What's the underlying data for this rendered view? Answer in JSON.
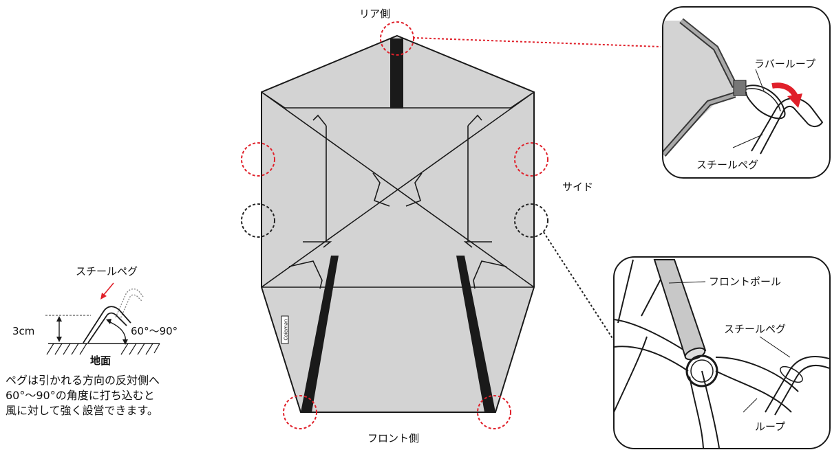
{
  "labels": {
    "rear": "リア側",
    "side": "サイド",
    "front": "フロント側",
    "rubber_loop": "ラバーループ",
    "steel_peg_top": "スチールペグ",
    "front_pole": "フロントポール",
    "steel_peg_bottom": "スチールペグ",
    "loop": "ループ",
    "peg_title": "スチールペグ",
    "depth": "3cm",
    "angle": "60°〜90°",
    "ground": "地面",
    "brand": "Coleman"
  },
  "note": [
    "ペグは引かれる方向の反対側へ",
    "60°〜90°の角度に打ち込むと",
    "風に対して強く設営できます。"
  ],
  "colors": {
    "tent_fill": "#d3d3d3",
    "outline": "#1a1a1a",
    "strap": "#1a1a1a",
    "red_marker": "#e0202a",
    "black_marker": "#222222"
  }
}
